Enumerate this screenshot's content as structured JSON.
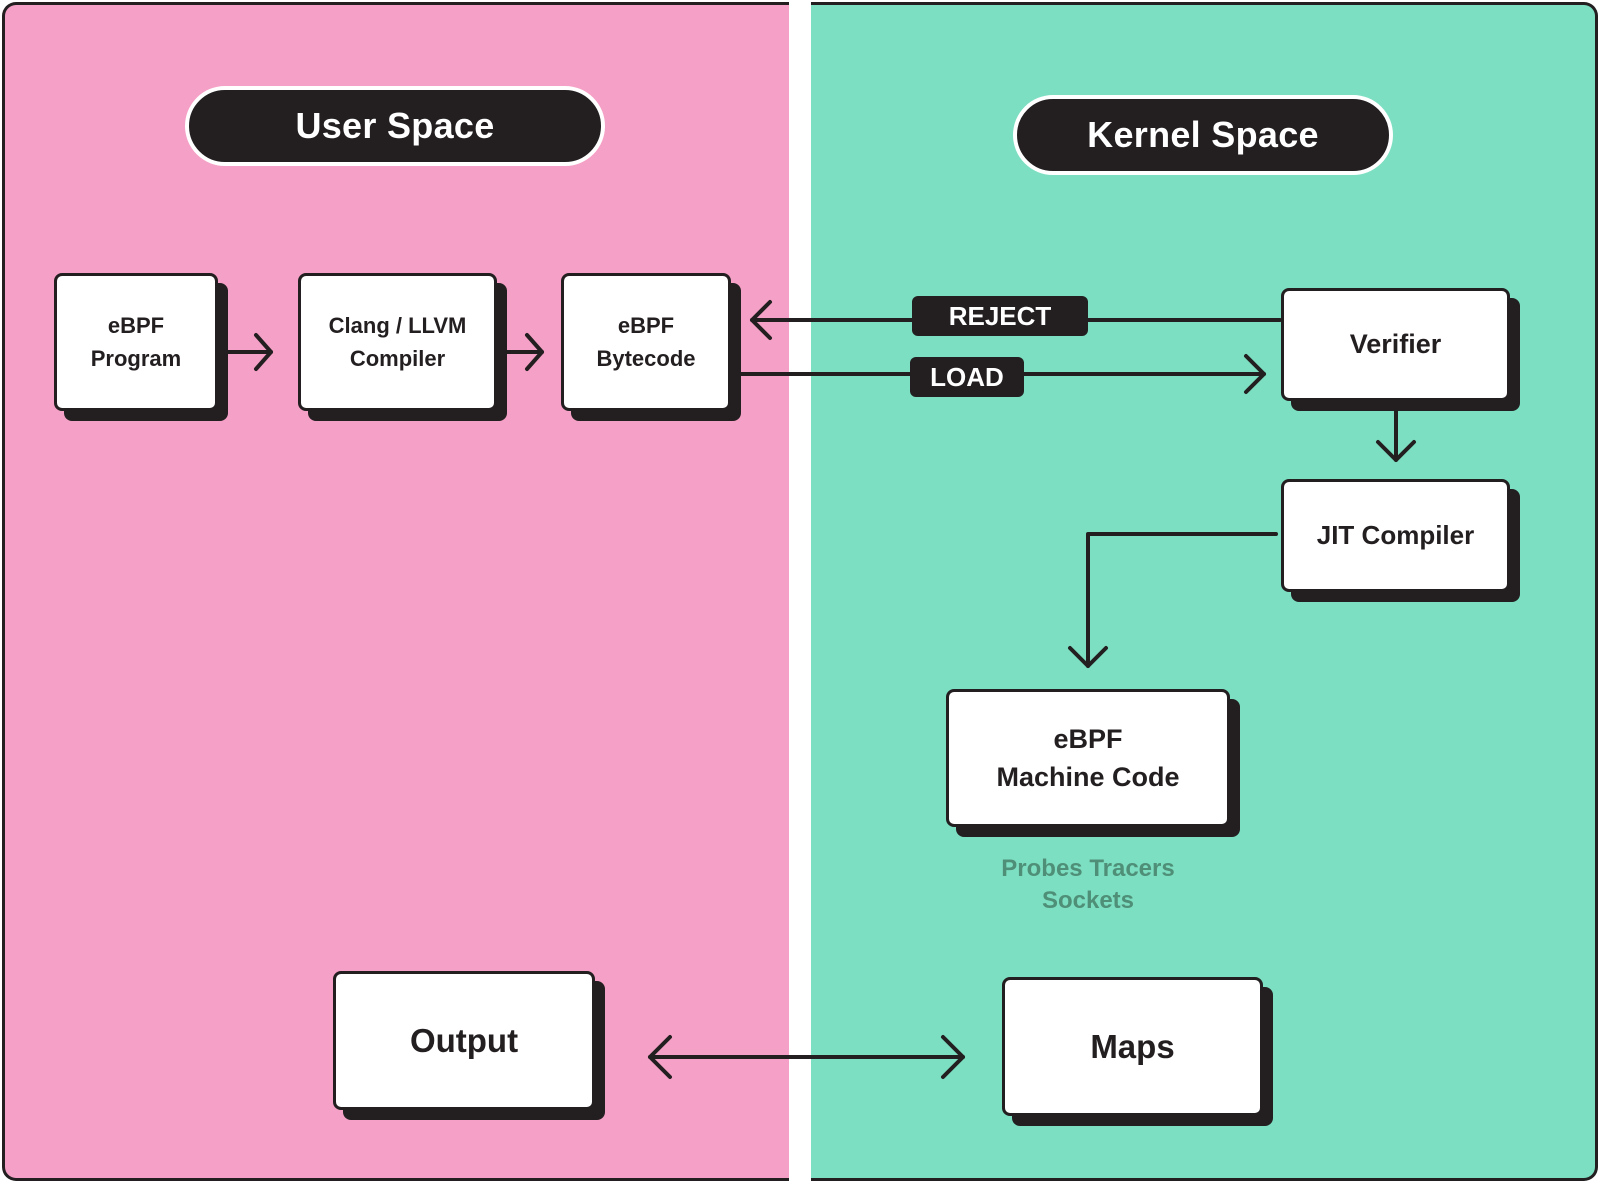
{
  "colors": {
    "user_space_bg": "#f5a0c6",
    "kernel_space_bg": "#7ddfc2",
    "ink": "#231f20",
    "note_text": "#4f8f78"
  },
  "headers": {
    "user_space": "User Space",
    "kernel_space": "Kernel Space"
  },
  "nodes": {
    "ebpf_program": [
      "eBPF",
      "Program"
    ],
    "clang_llvm": [
      "Clang / LLVM",
      "Compiler"
    ],
    "ebpf_bytecode": [
      "eBPF",
      "Bytecode"
    ],
    "verifier": "Verifier",
    "jit_compiler": "JIT Compiler",
    "machine_code": [
      "eBPF",
      "Machine Code"
    ],
    "output": "Output",
    "maps": "Maps"
  },
  "edge_labels": {
    "reject": "REJECT",
    "load": "LOAD"
  },
  "machine_code_note": [
    "Probes Tracers",
    "Sockets"
  ],
  "edges": [
    {
      "from": "eBPF Program",
      "to": "Clang / LLVM Compiler"
    },
    {
      "from": "Clang / LLVM Compiler",
      "to": "eBPF Bytecode"
    },
    {
      "from": "eBPF Bytecode",
      "to": "Verifier",
      "label": "LOAD"
    },
    {
      "from": "Verifier",
      "to": "eBPF Bytecode",
      "label": "REJECT"
    },
    {
      "from": "Verifier",
      "to": "JIT Compiler"
    },
    {
      "from": "JIT Compiler",
      "to": "eBPF Machine Code"
    },
    {
      "from": "Output",
      "to": "Maps",
      "bidirectional": true
    }
  ]
}
